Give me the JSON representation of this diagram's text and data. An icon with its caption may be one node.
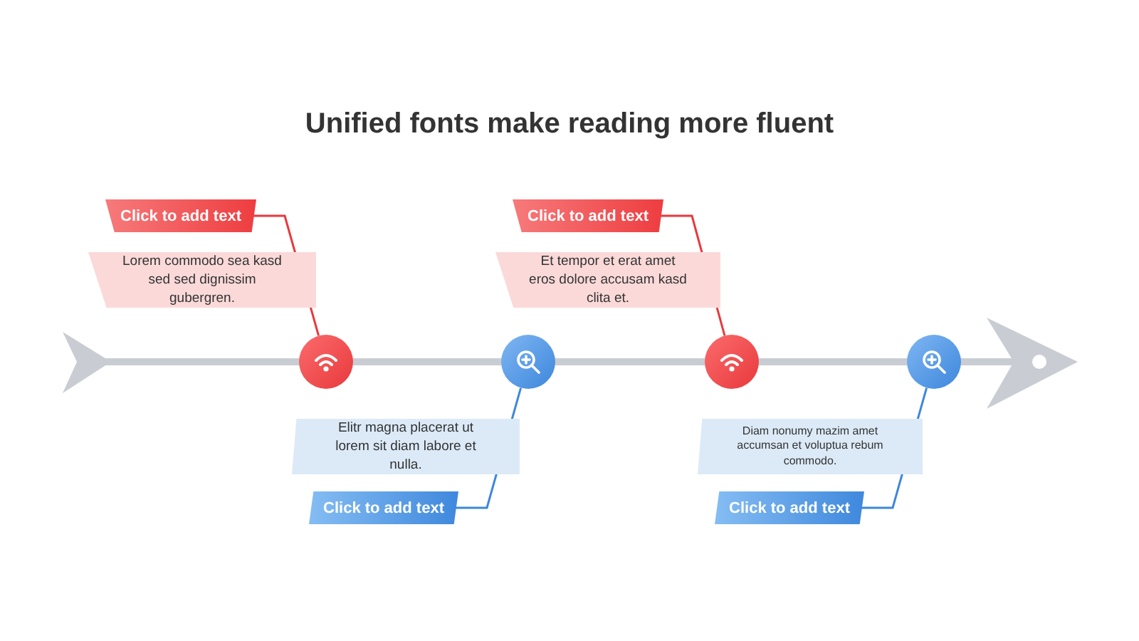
{
  "diagram": {
    "title": "Unified fonts make reading more fluent",
    "nodes": [
      {
        "text": [
          "Click to add text"
        ]
      },
      {
        "text": [
          "Lorem commodo sea kasd sed sed dignissim gubergren."
        ]
      },
      {
        "text": [],
        "shape": "circle"
      },
      {
        "text": [],
        "shape": "circle"
      },
      {
        "text": [
          "Elitr magna placerat ut lorem sit diam labore et nulla."
        ]
      },
      {
        "text": [
          "Click to add text"
        ]
      },
      {
        "text": [
          "Click to add text"
        ]
      },
      {
        "text": [
          "Et tempor et erat amet eros dolore accusam kasd clita et."
        ]
      },
      {
        "text": [],
        "shape": "circle"
      },
      {
        "text": [],
        "shape": "circle"
      },
      {
        "text": [
          "Diam nonumy  mazim amet accumsan  et voluptua  rebum commodo."
        ]
      },
      {
        "text": [
          "Click to add text"
        ]
      }
    ],
    "edges": [
      {
        "from": 0,
        "to": 2,
        "arrow": "none",
        "color": "#e8393c"
      },
      {
        "from": 5,
        "to": 3,
        "arrow": "none",
        "color": "#3d87dc"
      },
      {
        "from": 6,
        "to": 8,
        "arrow": "none",
        "color": "#e8393c"
      },
      {
        "from": 11,
        "to": 9,
        "arrow": "none",
        "color": "#3d87dc"
      }
    ]
  }
}
